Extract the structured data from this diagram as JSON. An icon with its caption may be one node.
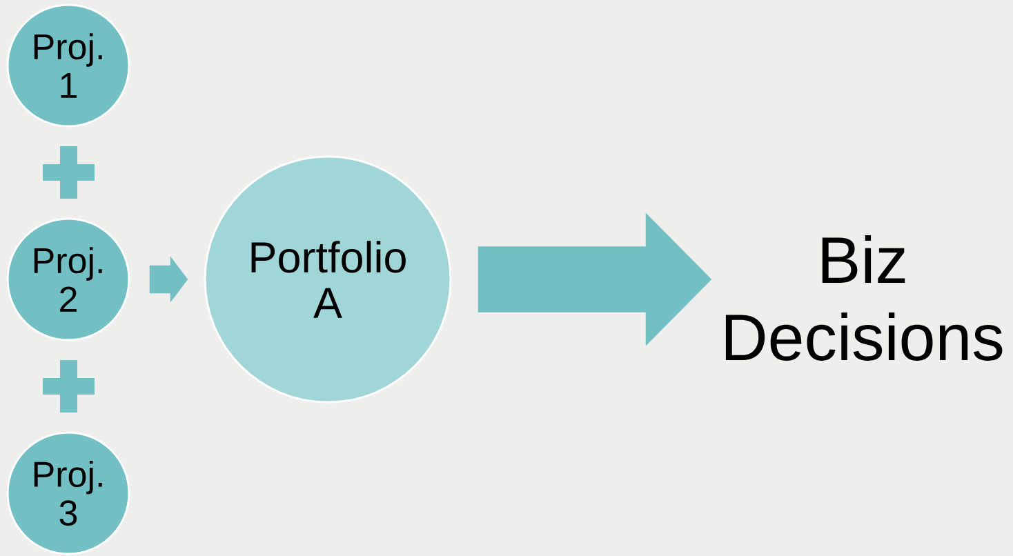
{
  "diagram": {
    "nodes": [
      {
        "text": [
          "Proj. 1"
        ]
      },
      {
        "text": [
          "Proj. 2"
        ]
      },
      {
        "text": [
          "Proj. 3"
        ]
      },
      {
        "text": [
          "Portfolio A"
        ]
      },
      {
        "text": [
          "Biz Decisions"
        ]
      }
    ],
    "edges": [
      {
        "from": 1,
        "to": 3,
        "arrow": "to"
      },
      {
        "from": 3,
        "to": 4,
        "arrow": "to",
        "style": "thick"
      }
    ]
  }
}
